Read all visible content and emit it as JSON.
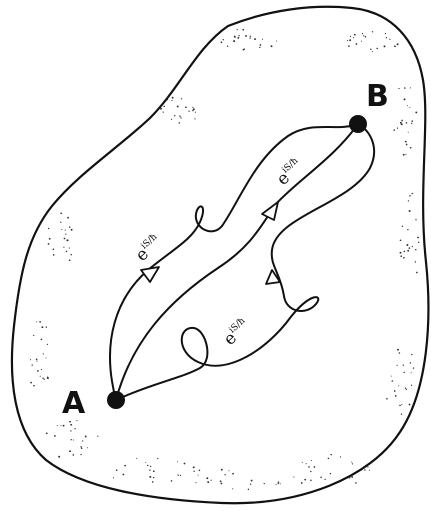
{
  "points": {
    "start": "A",
    "end": "B"
  },
  "path_labels": [
    {
      "base": "e",
      "exponent": "iS/ħ"
    },
    {
      "base": "e",
      "exponent": "iS/ħ"
    },
    {
      "base": "e",
      "exponent": "iS/ħ"
    }
  ],
  "colors": {
    "ink": "#111111",
    "background": "#ffffff",
    "stipple": "#333333"
  }
}
